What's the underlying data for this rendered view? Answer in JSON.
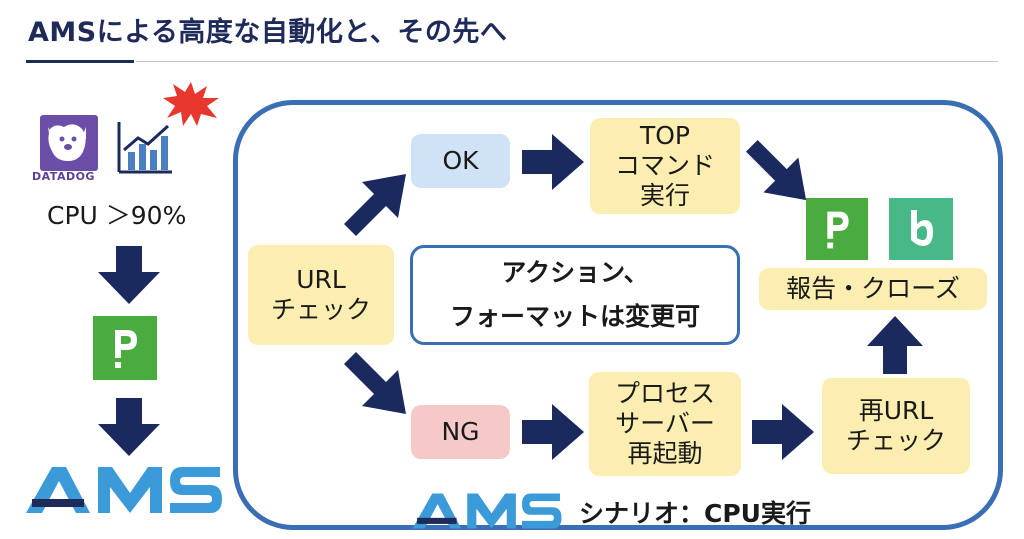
{
  "title": "AMSによる高度な自動化と、その先へ",
  "left": {
    "datadog_label": "DATADOG",
    "cpu_label": "CPU ＞90%"
  },
  "flow": {
    "url_check": "URL\nチェック",
    "ok": "OK",
    "ng": "NG",
    "top_command": "TOP\nコマンド\n実行",
    "process_restart": "プロセス\nサーバー\n再起動",
    "recheck": "再URL\nチェック",
    "report_close": "報告・クローズ",
    "center_line1": "アクション、",
    "center_line2": "フォーマットは変更可"
  },
  "scenario": "シナリオ：CPU実行",
  "colors": {
    "navy": "#1e2a5a",
    "frame_blue": "#3a6fb5",
    "pagerduty_green": "#4aac3f",
    "backlog_green": "#47b888",
    "ams_blue": "#3b9ad8",
    "arrow_navy": "#1b2a5e",
    "burst_red": "#e8372c"
  },
  "icons": [
    "datadog-icon",
    "chart-icon",
    "alert-burst-icon",
    "pagerduty-icon",
    "backlog-icon",
    "ams-logo",
    "arrow-icon"
  ]
}
